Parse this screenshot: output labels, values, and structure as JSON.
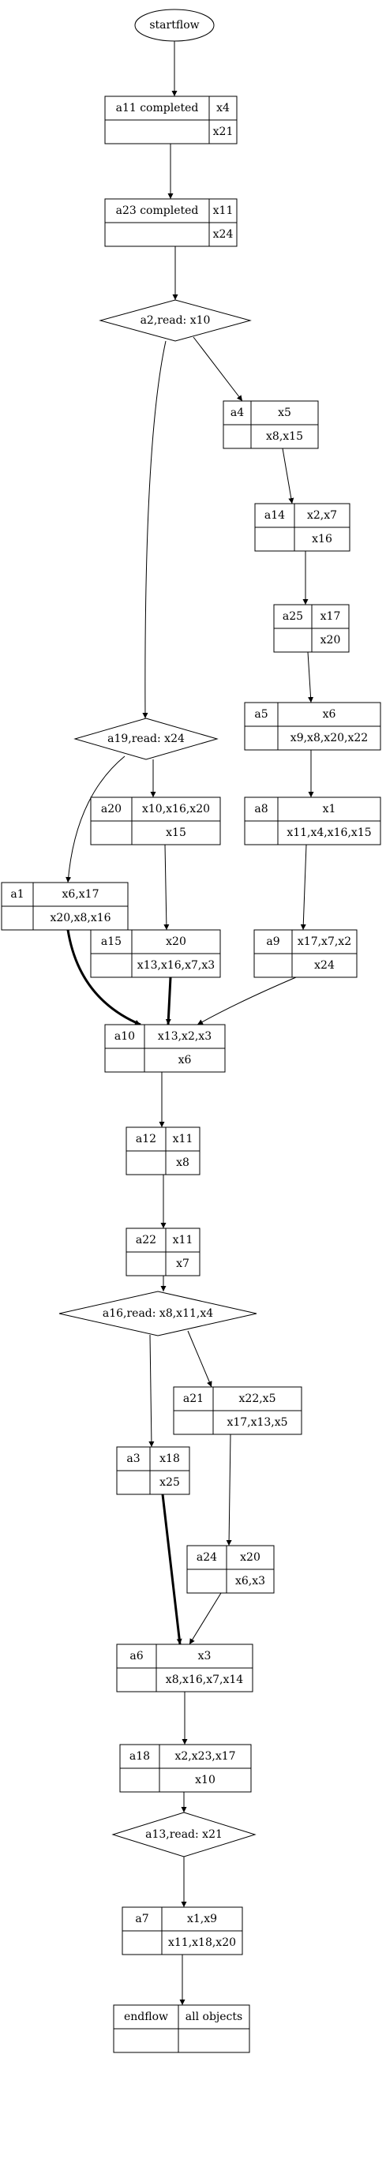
{
  "diagram": {
    "colors": {
      "stroke": "#000000",
      "fill": "#ffffff",
      "text": "#000000"
    },
    "nodes": [
      {
        "id": "start",
        "shape": "ellipse",
        "label": "startflow"
      },
      {
        "id": "a11",
        "shape": "record",
        "name": "a11 completed",
        "top": "x4",
        "bottom": "x21"
      },
      {
        "id": "a23",
        "shape": "record",
        "name": "a23 completed",
        "top": "x11",
        "bottom": "x24"
      },
      {
        "id": "a2",
        "shape": "diamond",
        "label": "a2,read: x10"
      },
      {
        "id": "a4",
        "shape": "record",
        "name": "a4",
        "top": "x5",
        "bottom": "x8,x15"
      },
      {
        "id": "a14",
        "shape": "record",
        "name": "a14",
        "top": "x2,x7",
        "bottom": "x16"
      },
      {
        "id": "a25",
        "shape": "record",
        "name": "a25",
        "top": "x17",
        "bottom": "x20"
      },
      {
        "id": "a5",
        "shape": "record",
        "name": "a5",
        "top": "x6",
        "bottom": "x9,x8,x20,x22"
      },
      {
        "id": "a19",
        "shape": "diamond",
        "label": "a19,read: x24"
      },
      {
        "id": "a20",
        "shape": "record",
        "name": "a20",
        "top": "x10,x16,x20",
        "bottom": "x15"
      },
      {
        "id": "a8",
        "shape": "record",
        "name": "a8",
        "top": "x1",
        "bottom": "x11,x4,x16,x15"
      },
      {
        "id": "a1",
        "shape": "record",
        "name": "a1",
        "top": "x6,x17",
        "bottom": "x20,x8,x16"
      },
      {
        "id": "a15",
        "shape": "record",
        "name": "a15",
        "top": "x20",
        "bottom": "x13,x16,x7,x3"
      },
      {
        "id": "a9",
        "shape": "record",
        "name": "a9",
        "top": "x17,x7,x2",
        "bottom": "x24"
      },
      {
        "id": "a10",
        "shape": "record",
        "name": "a10",
        "top": "x13,x2,x3",
        "bottom": "x6"
      },
      {
        "id": "a12",
        "shape": "record",
        "name": "a12",
        "top": "x11",
        "bottom": "x8"
      },
      {
        "id": "a22",
        "shape": "record",
        "name": "a22",
        "top": "x11",
        "bottom": "x7"
      },
      {
        "id": "a16",
        "shape": "diamond",
        "label": "a16,read: x8,x11,x4"
      },
      {
        "id": "a21",
        "shape": "record",
        "name": "a21",
        "top": "x22,x5",
        "bottom": "x17,x13,x5"
      },
      {
        "id": "a3",
        "shape": "record",
        "name": "a3",
        "top": "x18",
        "bottom": "x25"
      },
      {
        "id": "a24",
        "shape": "record",
        "name": "a24",
        "top": "x20",
        "bottom": "x6,x3"
      },
      {
        "id": "a6",
        "shape": "record",
        "name": "a6",
        "top": "x3",
        "bottom": "x8,x16,x7,x14"
      },
      {
        "id": "a18",
        "shape": "record",
        "name": "a18",
        "top": "x2,x23,x17",
        "bottom": "x10"
      },
      {
        "id": "a13",
        "shape": "diamond",
        "label": "a13,read: x21"
      },
      {
        "id": "a7",
        "shape": "record",
        "name": "a7",
        "top": "x1,x9",
        "bottom": "x11,x18,x20"
      },
      {
        "id": "end",
        "shape": "endrecord",
        "name": "endflow",
        "top": "all objects"
      }
    ],
    "edges": [
      {
        "from": "start",
        "to": "a11",
        "bold": false
      },
      {
        "from": "a11",
        "to": "a23",
        "bold": false
      },
      {
        "from": "a23",
        "to": "a2",
        "bold": false
      },
      {
        "from": "a2",
        "to": "a4",
        "bold": false
      },
      {
        "from": "a2",
        "to": "a19",
        "bold": false
      },
      {
        "from": "a4",
        "to": "a14",
        "bold": false
      },
      {
        "from": "a14",
        "to": "a25",
        "bold": false
      },
      {
        "from": "a25",
        "to": "a5",
        "bold": false
      },
      {
        "from": "a5",
        "to": "a8",
        "bold": false
      },
      {
        "from": "a19",
        "to": "a20",
        "bold": false
      },
      {
        "from": "a19",
        "to": "a1",
        "bold": false
      },
      {
        "from": "a20",
        "to": "a15",
        "bold": false
      },
      {
        "from": "a8",
        "to": "a9",
        "bold": false
      },
      {
        "from": "a1",
        "to": "a10",
        "bold": true
      },
      {
        "from": "a15",
        "to": "a10",
        "bold": true
      },
      {
        "from": "a9",
        "to": "a10",
        "bold": false
      },
      {
        "from": "a10",
        "to": "a12",
        "bold": false
      },
      {
        "from": "a12",
        "to": "a22",
        "bold": false
      },
      {
        "from": "a22",
        "to": "a16",
        "bold": false
      },
      {
        "from": "a16",
        "to": "a21",
        "bold": false
      },
      {
        "from": "a16",
        "to": "a3",
        "bold": false
      },
      {
        "from": "a21",
        "to": "a24",
        "bold": false
      },
      {
        "from": "a3",
        "to": "a6",
        "bold": true
      },
      {
        "from": "a24",
        "to": "a6",
        "bold": false
      },
      {
        "from": "a6",
        "to": "a18",
        "bold": false
      },
      {
        "from": "a18",
        "to": "a13",
        "bold": false
      },
      {
        "from": "a13",
        "to": "a7",
        "bold": false
      },
      {
        "from": "a7",
        "to": "end",
        "bold": false
      }
    ]
  }
}
